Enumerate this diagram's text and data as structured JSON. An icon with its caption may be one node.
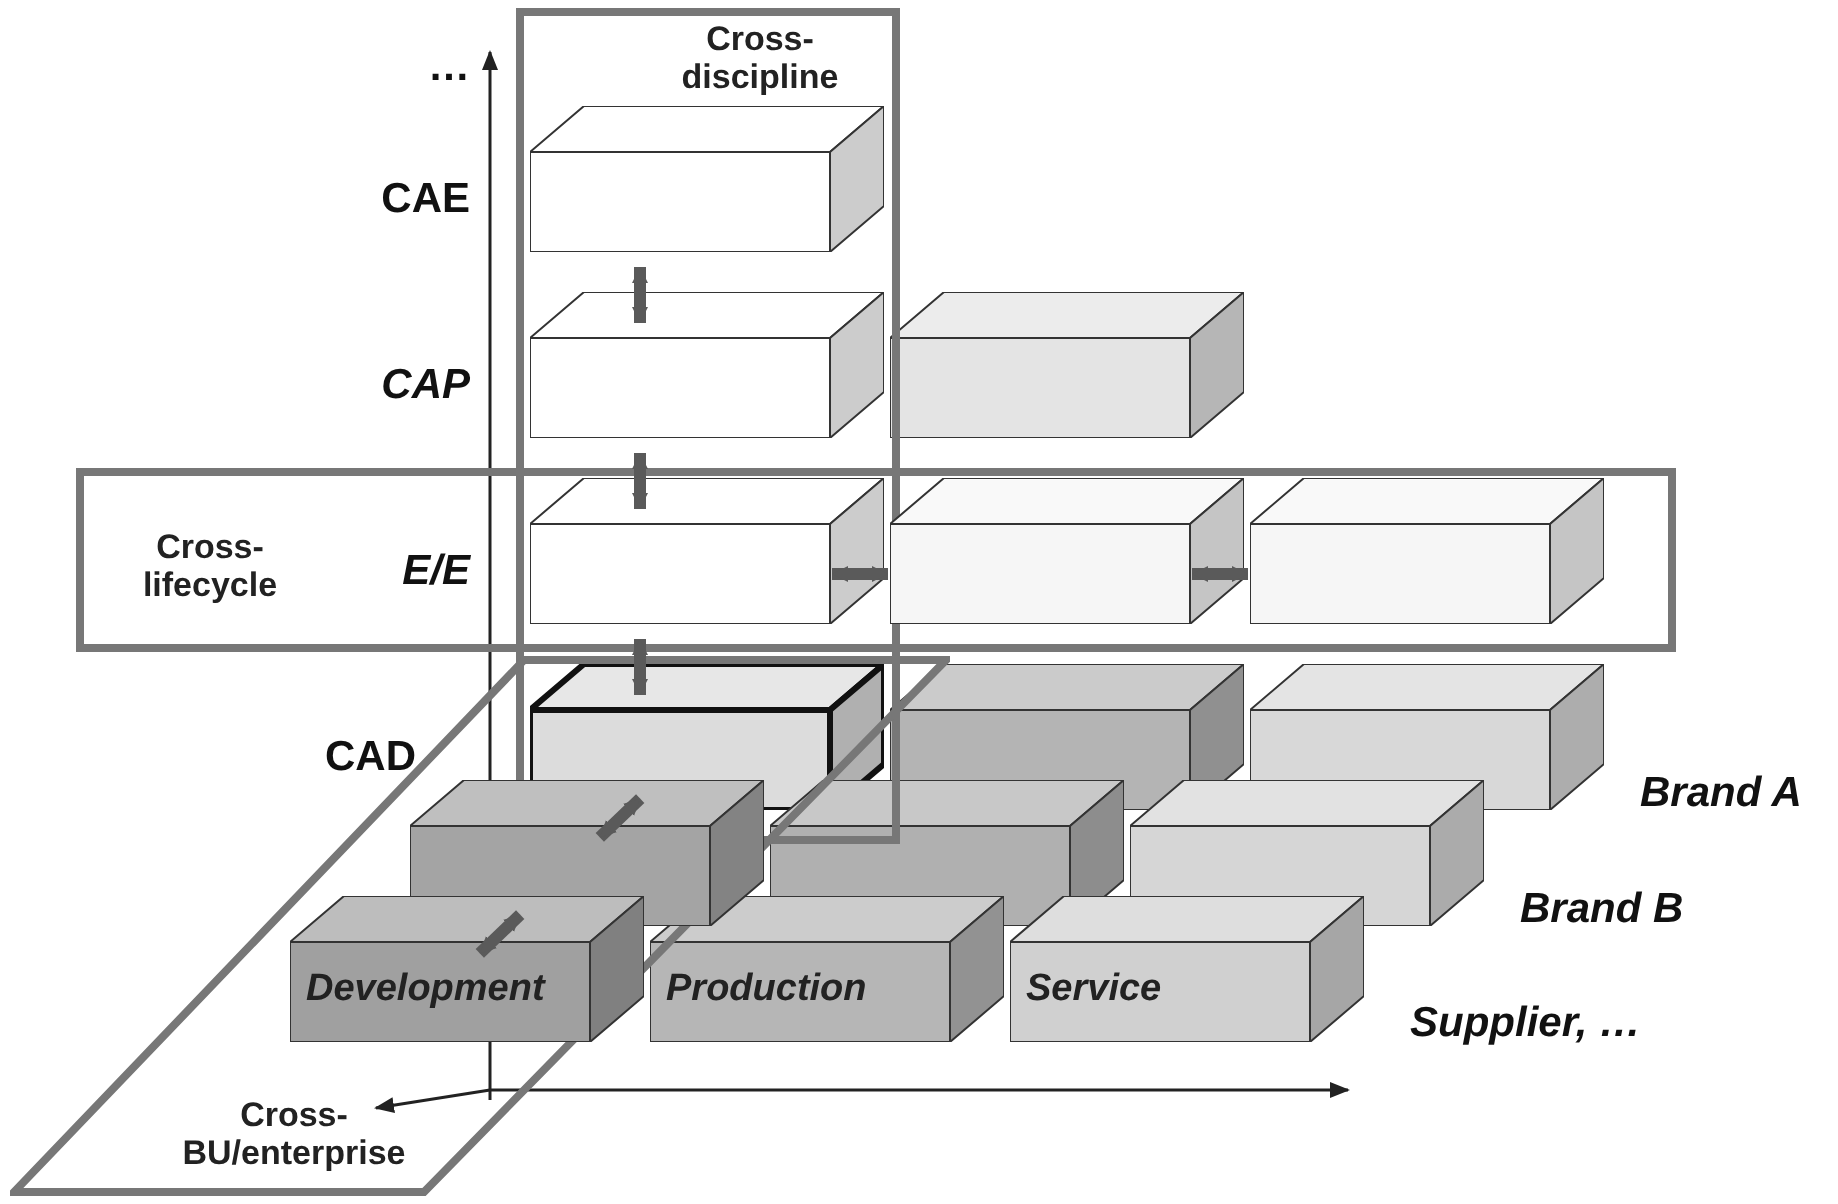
{
  "diagram": {
    "nodes": [
      {
        "text": [
          "Cross-discipline"
        ]
      },
      {
        "text": [
          "Cross-lifecycle"
        ]
      },
      {
        "text": [
          "Cross-BU/enterprise"
        ]
      },
      {
        "text": [],
        "shape": "box",
        "in": 0
      },
      {
        "text": [],
        "shape": "box",
        "in": 0
      },
      {
        "text": [],
        "shape": "box"
      },
      {
        "text": [],
        "shape": "box"
      },
      {
        "text": [],
        "shape": "box",
        "in": 1
      },
      {
        "text": [],
        "shape": "box",
        "in": 1
      },
      {
        "text": [],
        "shape": "box"
      },
      {
        "text": [],
        "shape": "box"
      },
      {
        "text": [],
        "shape": "box"
      },
      {
        "text": [],
        "shape": "box",
        "in": 2
      },
      {
        "text": [],
        "shape": "box"
      },
      {
        "text": [],
        "shape": "box"
      },
      {
        "text": [
          "Development"
        ],
        "in": 2
      },
      {
        "text": [
          "Production"
        ]
      },
      {
        "text": [
          "Service"
        ]
      }
    ],
    "edges": [
      {
        "from": 3,
        "to": 4,
        "arrow": "both"
      },
      {
        "from": 4,
        "to": 6,
        "arrow": "both"
      },
      {
        "from": 6,
        "to": 9,
        "arrow": "both"
      },
      {
        "from": 6,
        "to": 7,
        "arrow": "both"
      },
      {
        "from": 7,
        "to": 8,
        "arrow": "both"
      },
      {
        "from": 9,
        "to": 12,
        "arrow": "both"
      },
      {
        "from": 12,
        "to": 15,
        "arrow": "both"
      }
    ],
    "labels": [
      "…",
      "CAE",
      "CAP",
      "E/E",
      "CAD",
      "Brand A",
      "Brand B",
      "Supplier, …"
    ]
  }
}
